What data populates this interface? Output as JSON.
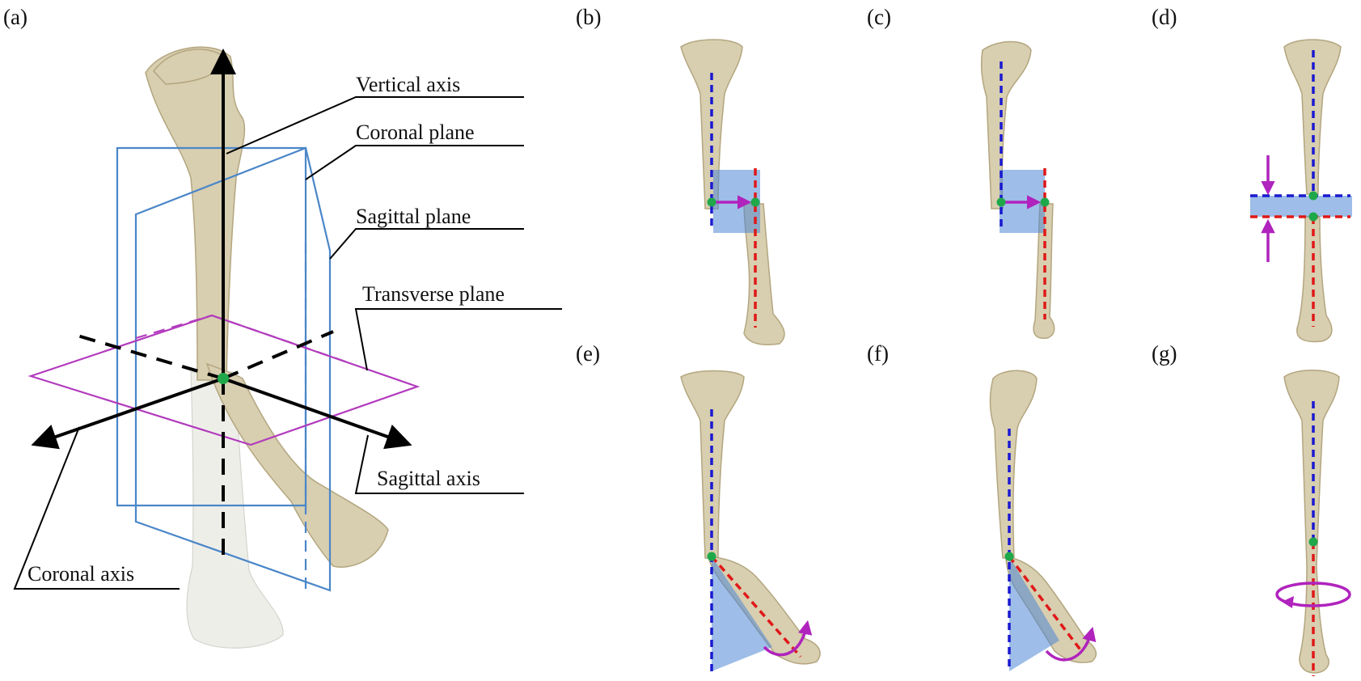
{
  "panels": {
    "a": "(a)",
    "b": "(b)",
    "c": "(c)",
    "d": "(d)",
    "e": "(e)",
    "f": "(f)",
    "g": "(g)"
  },
  "callouts": {
    "vertical_axis": "Vertical axis",
    "coronal_plane": "Coronal plane",
    "sagittal_plane": "Sagittal plane",
    "transverse_plane": "Transverse plane",
    "sagittal_axis": "Sagittal axis",
    "coronal_axis": "Coronal axis"
  },
  "colors": {
    "bone": "#d8ceb0",
    "plane_coronal_sagittal": "#4a86c8",
    "plane_transverse": "#b23bbd",
    "proximal_axis": "#1a1ad0",
    "distal_axis": "#e01818",
    "deformity_shading": "#4f86d6",
    "motion_arrow": "#b023bd",
    "joint_point": "#1fa84a"
  }
}
